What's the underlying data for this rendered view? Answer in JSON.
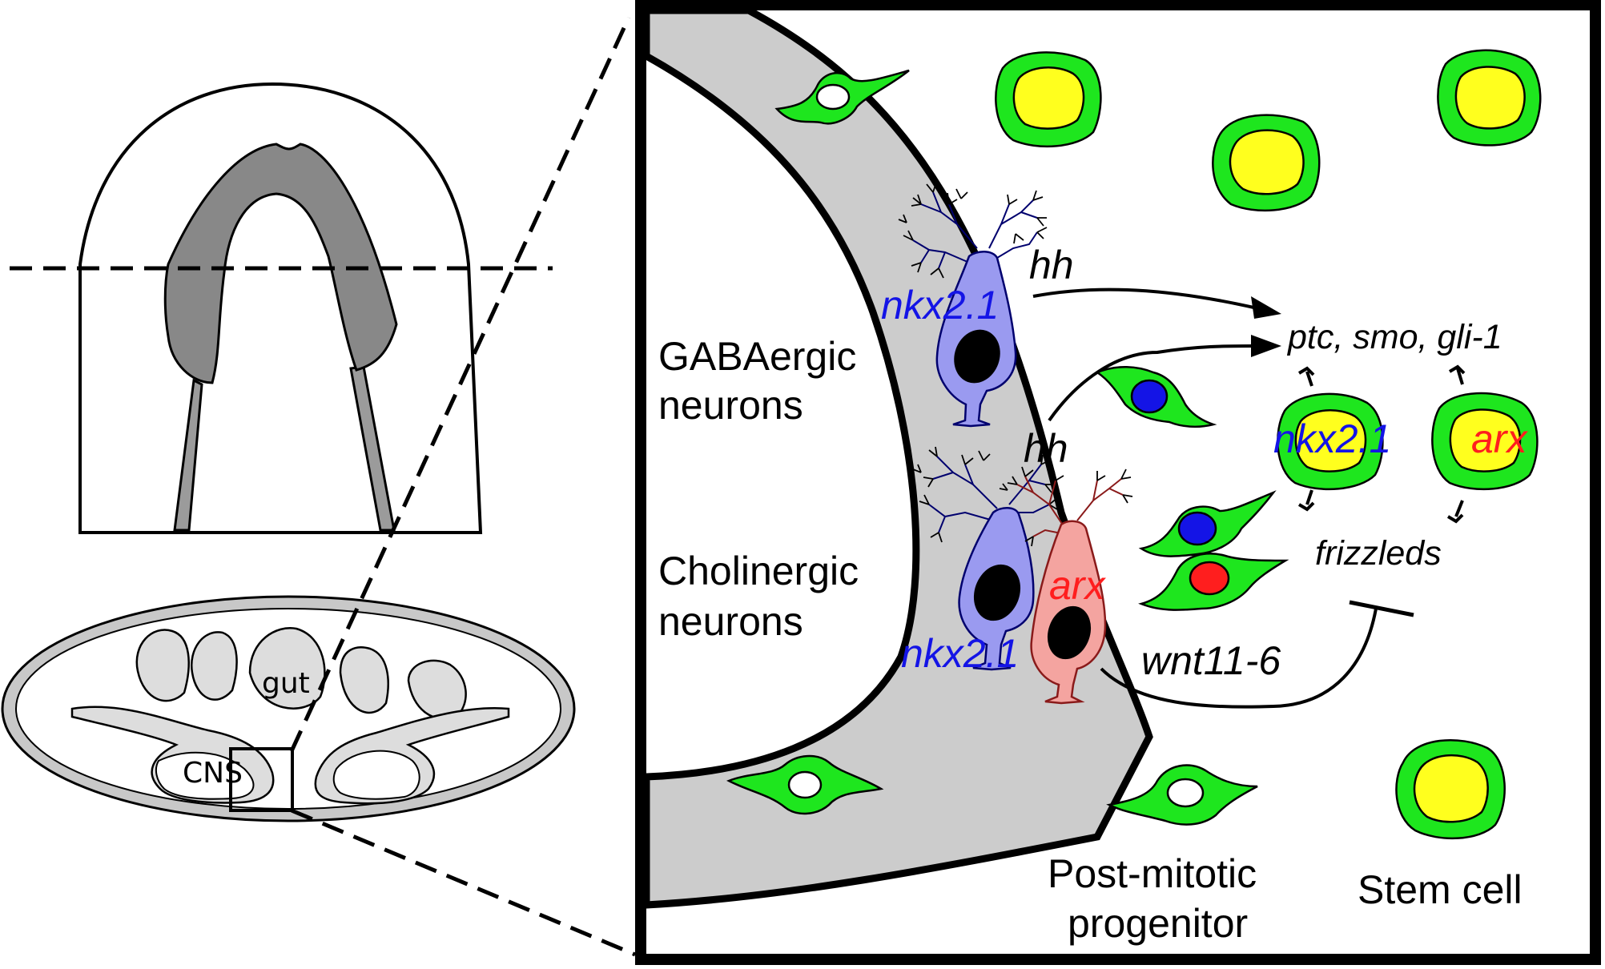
{
  "labels": {
    "gut": "gut",
    "cns": "CNS",
    "gabaergic_line1": "GABAergic",
    "gabaergic_line2": "neurons",
    "cholinergic_line1": "Cholinergic",
    "cholinergic_line2": "neurons",
    "postmitotic_line1": "Post-mitotic",
    "postmitotic_line2": "progenitor",
    "stem_cell": "Stem cell",
    "frizzleds": "frizzleds",
    "receptors": "ptc, smo, gli-1"
  },
  "genes": {
    "hh_top": "hh",
    "hh_mid": "hh",
    "nkx21_gaba": "nkx2.1",
    "nkx21_chol": "nkx2.1",
    "arx_neuron": "arx",
    "wnt": "wnt11-6",
    "nkx21_stem": "nkx2.1",
    "arx_stem": "arx"
  },
  "colors": {
    "nkx": "#1414e6",
    "arx": "#ff1e1e",
    "cell_green": "#1ee61e",
    "nucleus_yellow": "#ffff1e",
    "neuron_blue": "#9a9af0",
    "neuron_pink": "#f4a4a0",
    "tissue_gray": "#cccccc"
  }
}
